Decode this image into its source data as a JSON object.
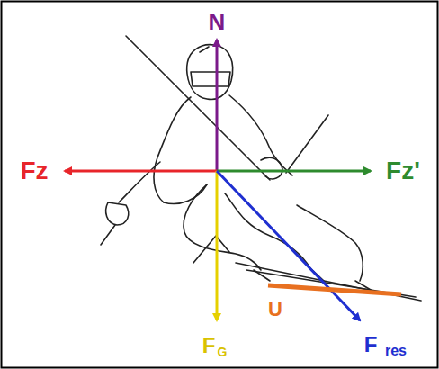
{
  "diagram": {
    "labels": [
      "N",
      "Fz",
      "Fz'",
      "U",
      "F",
      "G",
      "F",
      "res"
    ]
  }
}
